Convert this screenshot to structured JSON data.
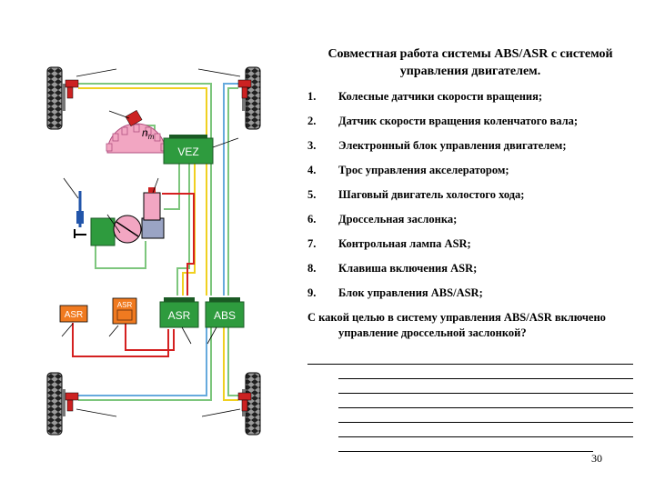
{
  "diagram": {
    "labels": {
      "vez": "VEZ",
      "asr_unit": "ASR",
      "abs_unit": "ABS",
      "asr_lamp": "ASR",
      "asr_switch": "ASR",
      "nm": "n",
      "nm_sub": "m"
    },
    "colors": {
      "wheel": "#1a1a1a",
      "sensor": "#cc2222",
      "box_green": "#2e9b3e",
      "line_green": "#7dc67d",
      "line_blue": "#66aadd",
      "line_yellow": "#f0d020",
      "line_red": "#d42020",
      "gear": "#f2a6c2",
      "orange": "#f07a20"
    }
  },
  "panel": {
    "title": "Совместная работа системы ABS/ASR с системой управления двигателем.",
    "items": [
      {
        "num": "1.",
        "text": "Колесные датчики скорости вращения;"
      },
      {
        "num": "2.",
        "text": "Датчик скорости вращения коленчатого вала;"
      },
      {
        "num": "3.",
        "text": "Электронный блок управления двигателем;"
      },
      {
        "num": "4.",
        "text": "Трос управления акселератором;"
      },
      {
        "num": "5.",
        "text": "Шаговый двигатель холостого хода;"
      },
      {
        "num": "6.",
        "text": "Дроссельная заслонка;"
      },
      {
        "num": "7.",
        "text": "Контрольная лампа ASR;"
      },
      {
        "num": "8.",
        "text": "Клавиша включения ASR;"
      },
      {
        "num": "9.",
        "text": "Блок управления ABS/ASR;"
      }
    ],
    "question": "С какой целью в систему управления ABS/ASR включено управление дроссельной заслонкой?"
  },
  "page_number": "30"
}
